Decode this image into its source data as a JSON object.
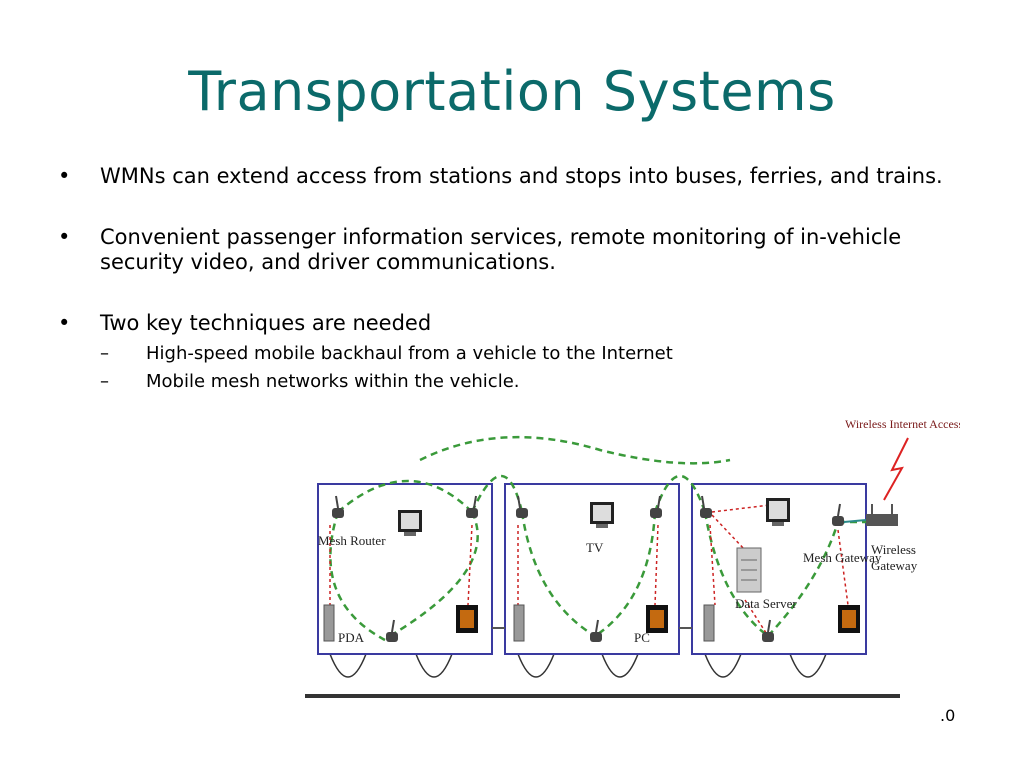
{
  "slide": {
    "title": "Transportation Systems",
    "bullets": [
      {
        "text": "WMNs can extend access from  stations and stops into buses, ferries, and trains."
      },
      {
        "text": "Convenient passenger information services, remote monitoring of in-vehicle security video, and driver communications."
      },
      {
        "text": "Two key techniques are needed",
        "subs": [
          "High-speed mobile backhaul from a vehicle to the Internet",
          "Mobile mesh networks  within the vehicle."
        ]
      }
    ],
    "bullet_symbol": "•",
    "sub_symbol": "–",
    "page_number": ".0"
  },
  "diagram": {
    "wireless_internet_access": "Wireless Internet Access",
    "mesh_router": "Mesh Router",
    "tv": "TV",
    "pda": "PDA",
    "pc": "PC",
    "data_server": "Data Server",
    "mesh_gateway": "Mesh Gateway",
    "wireless_gateway_line1": "Wireless",
    "wireless_gateway_line2": "Gateway",
    "colors": {
      "mesh_link": "#3a9a3a",
      "wired_link": "#cc2222",
      "car_outline": "#3a3aa0",
      "title": "#0b6a6a"
    }
  }
}
